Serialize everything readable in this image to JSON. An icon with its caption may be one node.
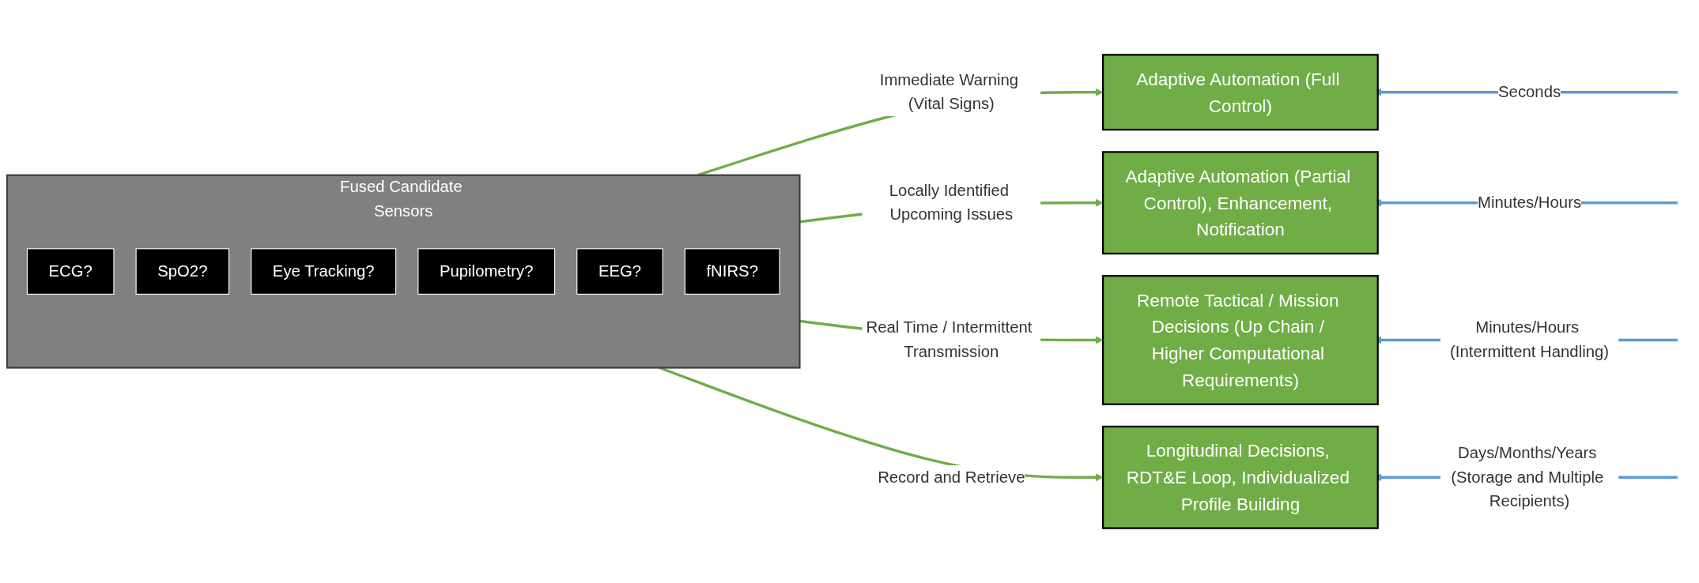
{
  "diagram": {
    "nodes": [
      {
        "text": [
          "Fused Candidate Sensors"
        ]
      },
      {
        "text": [
          "ECG?"
        ],
        "in": 0
      },
      {
        "text": [
          "SpO2?"
        ],
        "in": 0
      },
      {
        "text": [
          "Eye Tracking?"
        ],
        "in": 0
      },
      {
        "text": [
          "Pupilometry?"
        ],
        "in": 0
      },
      {
        "text": [
          "EEG?"
        ],
        "in": 0
      },
      {
        "text": [
          "fNIRS?"
        ],
        "in": 0
      },
      {
        "text": [
          "Adaptive Automation (Full Control)"
        ]
      },
      {
        "text": [
          "Adaptive Automation (Partial Control), Enhancement, Notification"
        ]
      },
      {
        "text": [
          "Remote Tactical / Mission Decisions (Up Chain / Higher Computational Requirements)"
        ]
      },
      {
        "text": [
          "Longitudinal Decisions, RDT&E Loop, Individualized Profile Building"
        ]
      }
    ],
    "edges": [
      {
        "from": 0,
        "to": 7,
        "arrow": "to",
        "label": "Immediate Warning (Vital Signs)",
        "color": "#70ad47"
      },
      {
        "from": 0,
        "to": 8,
        "arrow": "to",
        "label": "Locally Identified Upcoming Issues",
        "color": "#70ad47"
      },
      {
        "from": 0,
        "to": 9,
        "arrow": "to",
        "label": "Real Time / Intermittent Transmission",
        "color": "#70ad47"
      },
      {
        "from": 0,
        "to": 10,
        "arrow": "to",
        "label": "Record and Retrieve",
        "color": "#70ad47"
      },
      {
        "from": null,
        "to": 7,
        "arrow": "to",
        "label": "Seconds",
        "color": "#5b9bd5"
      },
      {
        "from": null,
        "to": 8,
        "arrow": "to",
        "label": "Minutes/Hours",
        "color": "#5b9bd5"
      },
      {
        "from": null,
        "to": 9,
        "arrow": "to",
        "label": "Minutes/Hours (Intermittent Handling)",
        "color": "#5b9bd5"
      },
      {
        "from": null,
        "to": 10,
        "arrow": "to",
        "label": "Days/Months/Years (Storage and Multiple Recipients)",
        "color": "#5b9bd5"
      }
    ]
  }
}
